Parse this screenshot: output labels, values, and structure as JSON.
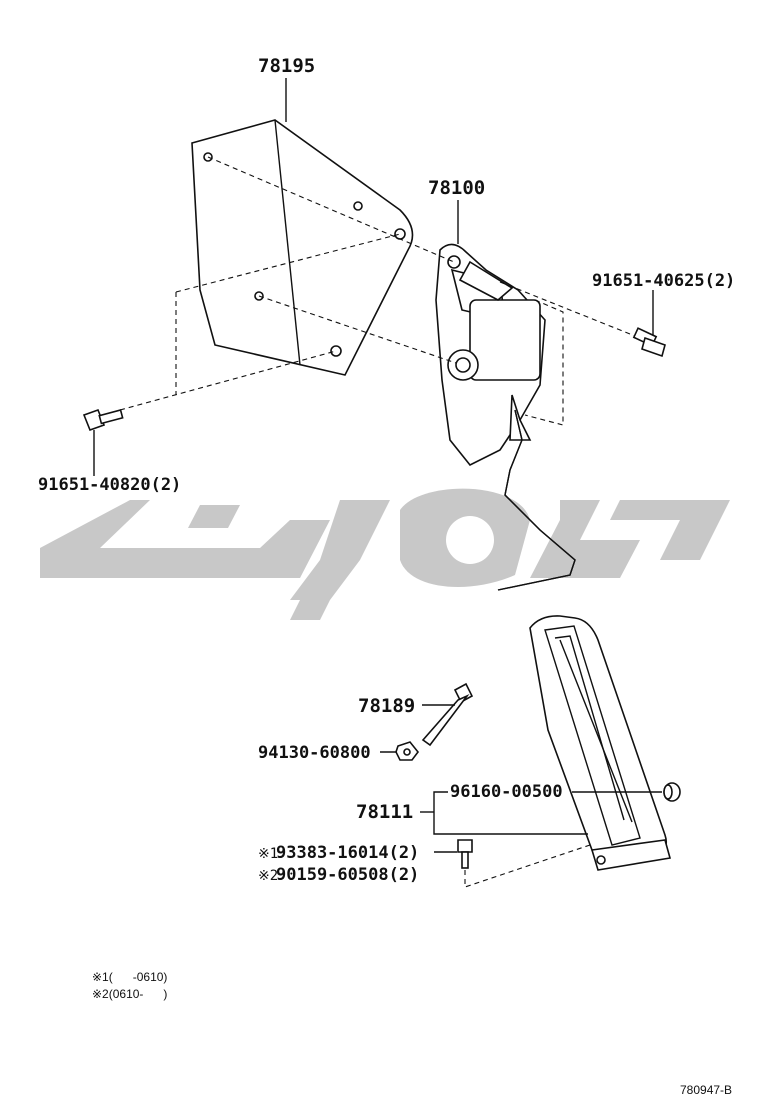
{
  "colors": {
    "line": "#111111",
    "watermark": "#c8c8c8",
    "background": "#ffffff"
  },
  "parts": {
    "bracket": "78195",
    "pedal_sensor": "78100",
    "bolt_upper_right": "91651-40625(2)",
    "bolt_left": "91651-40820(2)",
    "stopper_bolt": "78189",
    "nut": "94130-60800",
    "pedal_arm": "78111",
    "cushion": "96160-00500",
    "screw_1_mark": "※1",
    "screw_1": "93383-16014(2)",
    "screw_2_mark": "※2",
    "screw_2": "90159-60508(2)"
  },
  "notes": {
    "note_1": "※1(      -0610)",
    "note_2": "※2(0610-      )"
  },
  "watermark_icon": "brand-logo-watermark",
  "diagram_code": "780947-B"
}
